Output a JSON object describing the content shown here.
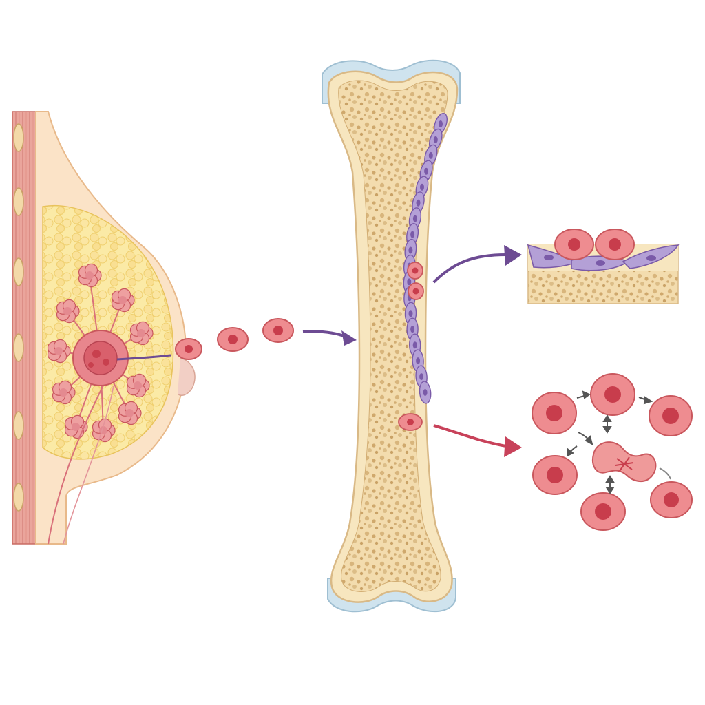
{
  "diagram": {
    "labels": [],
    "colors": {
      "background": "#ffffff",
      "muscle": "#e9a39a",
      "muscle_dark": "#c96b63",
      "skin": "#fbe3c7",
      "skin_outline": "#e8b98a",
      "fat": "#f6e08d",
      "fat_outline": "#e8c35c",
      "lobule": "#e9908f",
      "lobule_dark": "#c9575d",
      "tumor": "#e06d77",
      "cell_fill": "#ee8c90",
      "cell_nucleus": "#c83d4c",
      "bone_cortex": "#f7e6bf",
      "bone_outline": "#d9b986",
      "bone_marrow": "#e3c48e",
      "cartilage": "#cfe3ee",
      "niche_cell": "#b4a0d6",
      "niche_outline": "#7a5aa8",
      "arrow_dormant": "#6d4b93",
      "arrow_proliferate": "#c8425a",
      "small_arrow": "#555555"
    },
    "panels": [
      {
        "id": "primary-tumor",
        "description_visible": false
      },
      {
        "id": "bone-metastasis",
        "description_visible": false
      },
      {
        "id": "dormant-niche",
        "description_visible": false
      },
      {
        "id": "proliferating-cluster",
        "description_visible": false
      }
    ]
  }
}
